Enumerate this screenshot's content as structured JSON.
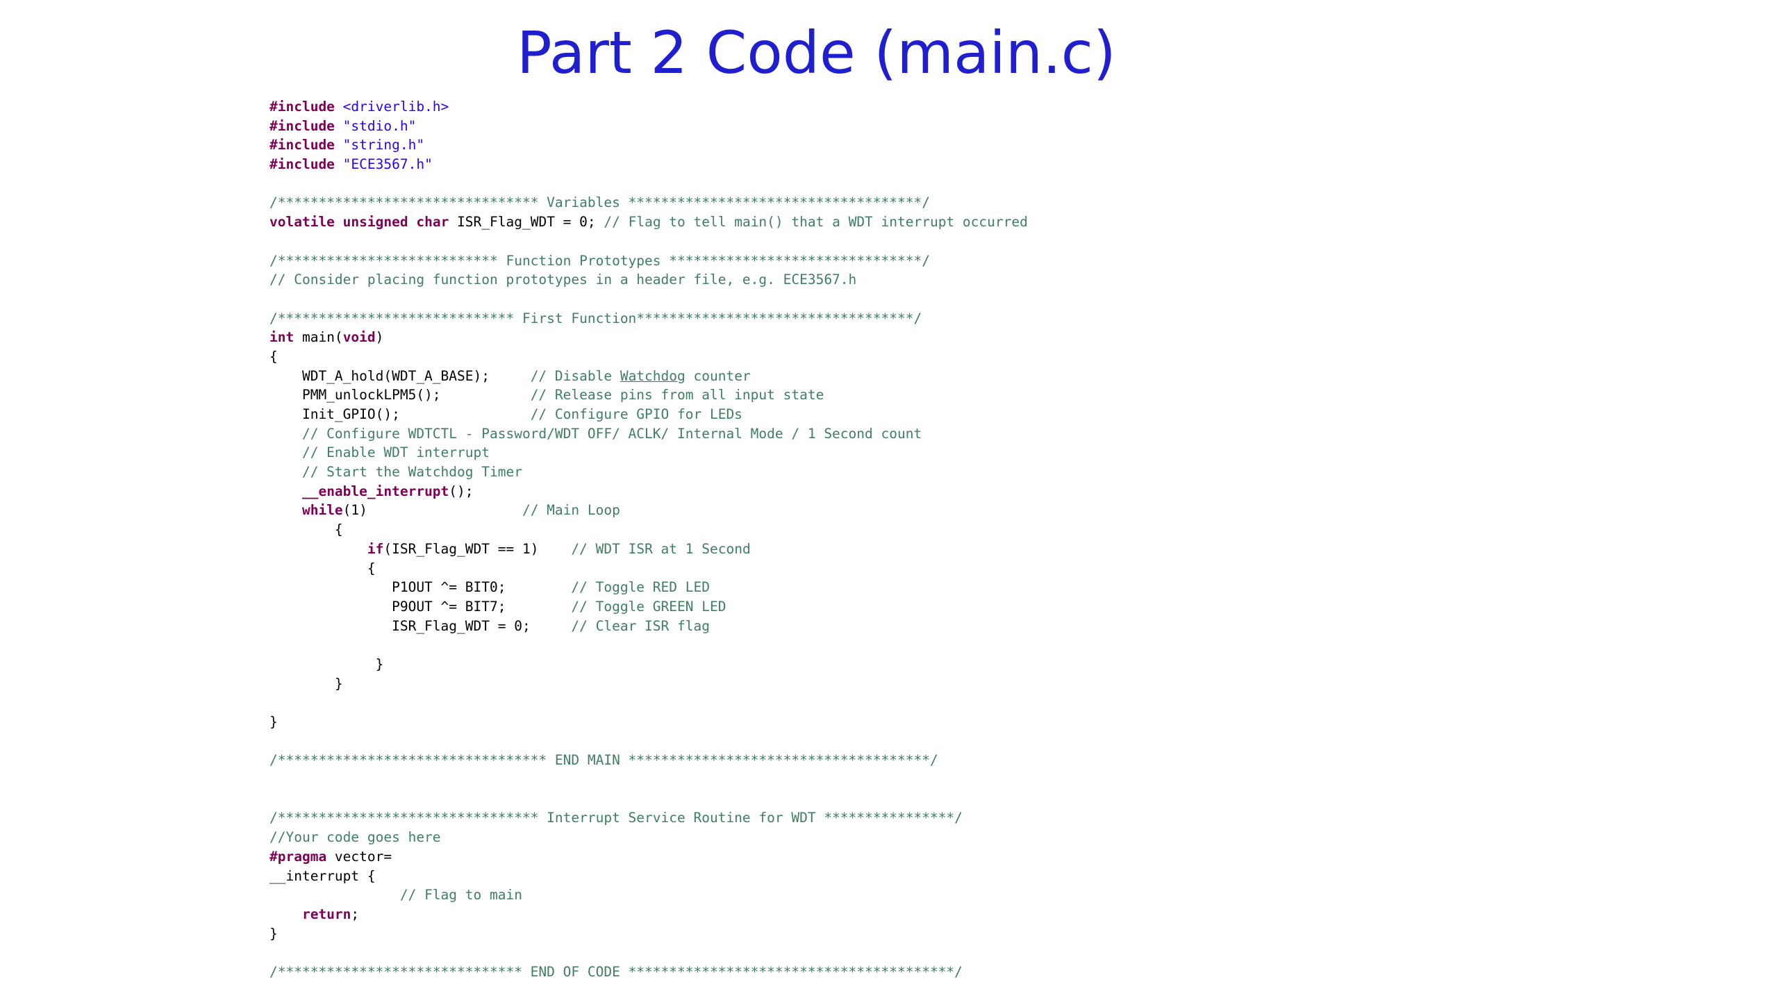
{
  "slide": {
    "title": "Part 2 Code (main.c)"
  },
  "code": {
    "lines": [
      [
        {
          "t": "#include",
          "c": "kw"
        },
        {
          "t": " ",
          "c": "pl"
        },
        {
          "t": "<driverlib.h>",
          "c": "str"
        }
      ],
      [
        {
          "t": "#include",
          "c": "kw"
        },
        {
          "t": " ",
          "c": "pl"
        },
        {
          "t": "\"stdio.h\"",
          "c": "str"
        }
      ],
      [
        {
          "t": "#include",
          "c": "kw"
        },
        {
          "t": " ",
          "c": "pl"
        },
        {
          "t": "\"string.h\"",
          "c": "str"
        }
      ],
      [
        {
          "t": "#include",
          "c": "kw"
        },
        {
          "t": " ",
          "c": "pl"
        },
        {
          "t": "\"ECE3567.h\"",
          "c": "str"
        }
      ],
      [],
      [
        {
          "t": "/******************************** Variables ************************************/",
          "c": "cmt"
        }
      ],
      [
        {
          "t": "volatile",
          "c": "kw"
        },
        {
          "t": " ",
          "c": "pl"
        },
        {
          "t": "unsigned",
          "c": "kw"
        },
        {
          "t": " ",
          "c": "pl"
        },
        {
          "t": "char",
          "c": "kw"
        },
        {
          "t": " ISR_Flag_WDT = 0; ",
          "c": "pl"
        },
        {
          "t": "// Flag to tell main() that a WDT interrupt occurred",
          "c": "cmt"
        }
      ],
      [],
      [
        {
          "t": "/*************************** Function Prototypes *******************************/",
          "c": "cmt"
        }
      ],
      [
        {
          "t": "// Consider placing function prototypes in a header file, e.g. ECE3567.h",
          "c": "cmt"
        }
      ],
      [],
      [
        {
          "t": "/***************************** First Function**********************************/",
          "c": "cmt"
        }
      ],
      [
        {
          "t": "int",
          "c": "kw"
        },
        {
          "t": " main(",
          "c": "pl"
        },
        {
          "t": "void",
          "c": "kw"
        },
        {
          "t": ")",
          "c": "pl"
        }
      ],
      [
        {
          "t": "{",
          "c": "pl"
        }
      ],
      [
        {
          "t": "    WDT_A_hold(WDT_A_BASE);     ",
          "c": "pl"
        },
        {
          "t": "// Disable ",
          "c": "cmt"
        },
        {
          "t": "Watchdog",
          "c": "cmt ul"
        },
        {
          "t": " counter",
          "c": "cmt"
        }
      ],
      [
        {
          "t": "    PMM_unlockLPM5();           ",
          "c": "pl"
        },
        {
          "t": "// Release pins from all input state",
          "c": "cmt"
        }
      ],
      [
        {
          "t": "    Init_GPIO();                ",
          "c": "pl"
        },
        {
          "t": "// Configure GPIO for LEDs",
          "c": "cmt"
        }
      ],
      [
        {
          "t": "    // Configure WDTCTL - Password/WDT OFF/ ACLK/ Internal Mode / 1 Second count",
          "c": "cmt"
        }
      ],
      [
        {
          "t": "    // Enable WDT interrupt",
          "c": "cmt"
        }
      ],
      [
        {
          "t": "    // Start the Watchdog Timer",
          "c": "cmt"
        }
      ],
      [
        {
          "t": "    ",
          "c": "pl"
        },
        {
          "t": "__enable_interrupt",
          "c": "kw"
        },
        {
          "t": "();",
          "c": "pl"
        }
      ],
      [
        {
          "t": "    ",
          "c": "pl"
        },
        {
          "t": "while",
          "c": "kw"
        },
        {
          "t": "(1)                   ",
          "c": "pl"
        },
        {
          "t": "// Main Loop",
          "c": "cmt"
        }
      ],
      [
        {
          "t": "        {",
          "c": "pl"
        }
      ],
      [
        {
          "t": "            ",
          "c": "pl"
        },
        {
          "t": "if",
          "c": "kw"
        },
        {
          "t": "(ISR_Flag_WDT == 1)    ",
          "c": "pl"
        },
        {
          "t": "// WDT ISR at 1 Second",
          "c": "cmt"
        }
      ],
      [
        {
          "t": "            {",
          "c": "pl"
        }
      ],
      [
        {
          "t": "               P1OUT ^= BIT0;        ",
          "c": "pl"
        },
        {
          "t": "// Toggle RED LED",
          "c": "cmt"
        }
      ],
      [
        {
          "t": "               P9OUT ^= BIT7;        ",
          "c": "pl"
        },
        {
          "t": "// Toggle GREEN LED",
          "c": "cmt"
        }
      ],
      [
        {
          "t": "               ISR_Flag_WDT = 0;     ",
          "c": "pl"
        },
        {
          "t": "// Clear ISR flag",
          "c": "cmt"
        }
      ],
      [],
      [
        {
          "t": "             }",
          "c": "pl"
        }
      ],
      [
        {
          "t": "        }",
          "c": "pl"
        }
      ],
      [],
      [
        {
          "t": "}",
          "c": "pl"
        }
      ],
      [],
      [
        {
          "t": "/********************************* END MAIN *************************************/",
          "c": "cmt"
        }
      ],
      [],
      [],
      [
        {
          "t": "/******************************** Interrupt Service Routine for WDT ****************/",
          "c": "cmt"
        }
      ],
      [
        {
          "t": "//Your code goes here",
          "c": "cmt"
        }
      ],
      [
        {
          "t": "#pragma",
          "c": "kw"
        },
        {
          "t": " vector=",
          "c": "pl"
        }
      ],
      [
        {
          "t": "__interrupt {",
          "c": "pl"
        }
      ],
      [
        {
          "t": "                ",
          "c": "pl"
        },
        {
          "t": "// Flag to main",
          "c": "cmt"
        }
      ],
      [
        {
          "t": "    ",
          "c": "pl"
        },
        {
          "t": "return",
          "c": "kw"
        },
        {
          "t": ";",
          "c": "pl"
        }
      ],
      [
        {
          "t": "}",
          "c": "pl"
        }
      ],
      [],
      [
        {
          "t": "/****************************** END OF CODE ****************************************/",
          "c": "cmt"
        }
      ]
    ]
  }
}
